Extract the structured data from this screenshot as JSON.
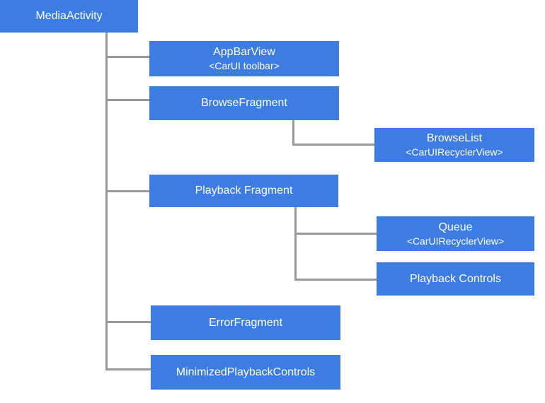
{
  "colors": {
    "node_fill": "#3d7ce0",
    "node_text": "#ffffff",
    "connector": "#999999",
    "canvas_bg": "#ffffff"
  },
  "diagram": {
    "type": "tree",
    "nodes": [
      {
        "id": "media-activity",
        "label": "MediaActivity",
        "sublabel": ""
      },
      {
        "id": "app-bar-view",
        "label": "AppBarView",
        "sublabel": "<CarUI toolbar>"
      },
      {
        "id": "browse-fragment",
        "label": "BrowseFragment",
        "sublabel": ""
      },
      {
        "id": "browse-list",
        "label": "BrowseList",
        "sublabel": "<CarUIRecyclerView>"
      },
      {
        "id": "playback-fragment",
        "label": "Playback Fragment",
        "sublabel": ""
      },
      {
        "id": "queue",
        "label": "Queue",
        "sublabel": "<CarUIRecyclerView>"
      },
      {
        "id": "playback-controls",
        "label": "Playback Controls",
        "sublabel": ""
      },
      {
        "id": "error-fragment",
        "label": "ErrorFragment",
        "sublabel": ""
      },
      {
        "id": "minimized-playback-controls",
        "label": "MinimizedPlaybackControls",
        "sublabel": ""
      }
    ],
    "edges": [
      {
        "from": "MediaActivity",
        "to": "AppBarView"
      },
      {
        "from": "MediaActivity",
        "to": "BrowseFragment"
      },
      {
        "from": "MediaActivity",
        "to": "Playback Fragment"
      },
      {
        "from": "MediaActivity",
        "to": "ErrorFragment"
      },
      {
        "from": "MediaActivity",
        "to": "MinimizedPlaybackControls"
      },
      {
        "from": "BrowseFragment",
        "to": "BrowseList"
      },
      {
        "from": "Playback Fragment",
        "to": "Queue"
      },
      {
        "from": "Playback Fragment",
        "to": "Playback Controls"
      }
    ]
  }
}
